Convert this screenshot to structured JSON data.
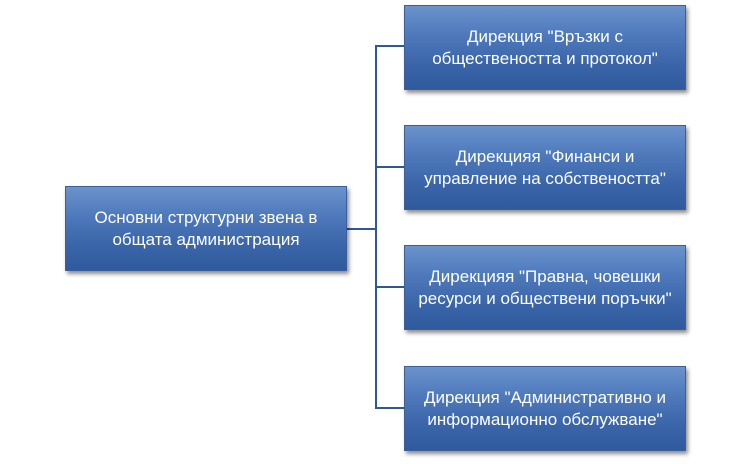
{
  "diagram": {
    "root": {
      "label": "Основни структурни звена в общата администрация"
    },
    "children": [
      {
        "label": "Дирекция \"Връзки с обществеността и протокол\""
      },
      {
        "label": "Дирекцияя \"Финанси и управление на собствеността\""
      },
      {
        "label": "Дирекцияя \"Правна, човешки ресурси и обществени поръчки\""
      },
      {
        "label": "Дирекция \"Административно и информационно обслужване\""
      }
    ],
    "colors": {
      "box_fill_top": "#6b93cc",
      "box_fill_bottom": "#2f5b9e",
      "box_text": "#ffffff",
      "connector": "#2f5896"
    }
  }
}
